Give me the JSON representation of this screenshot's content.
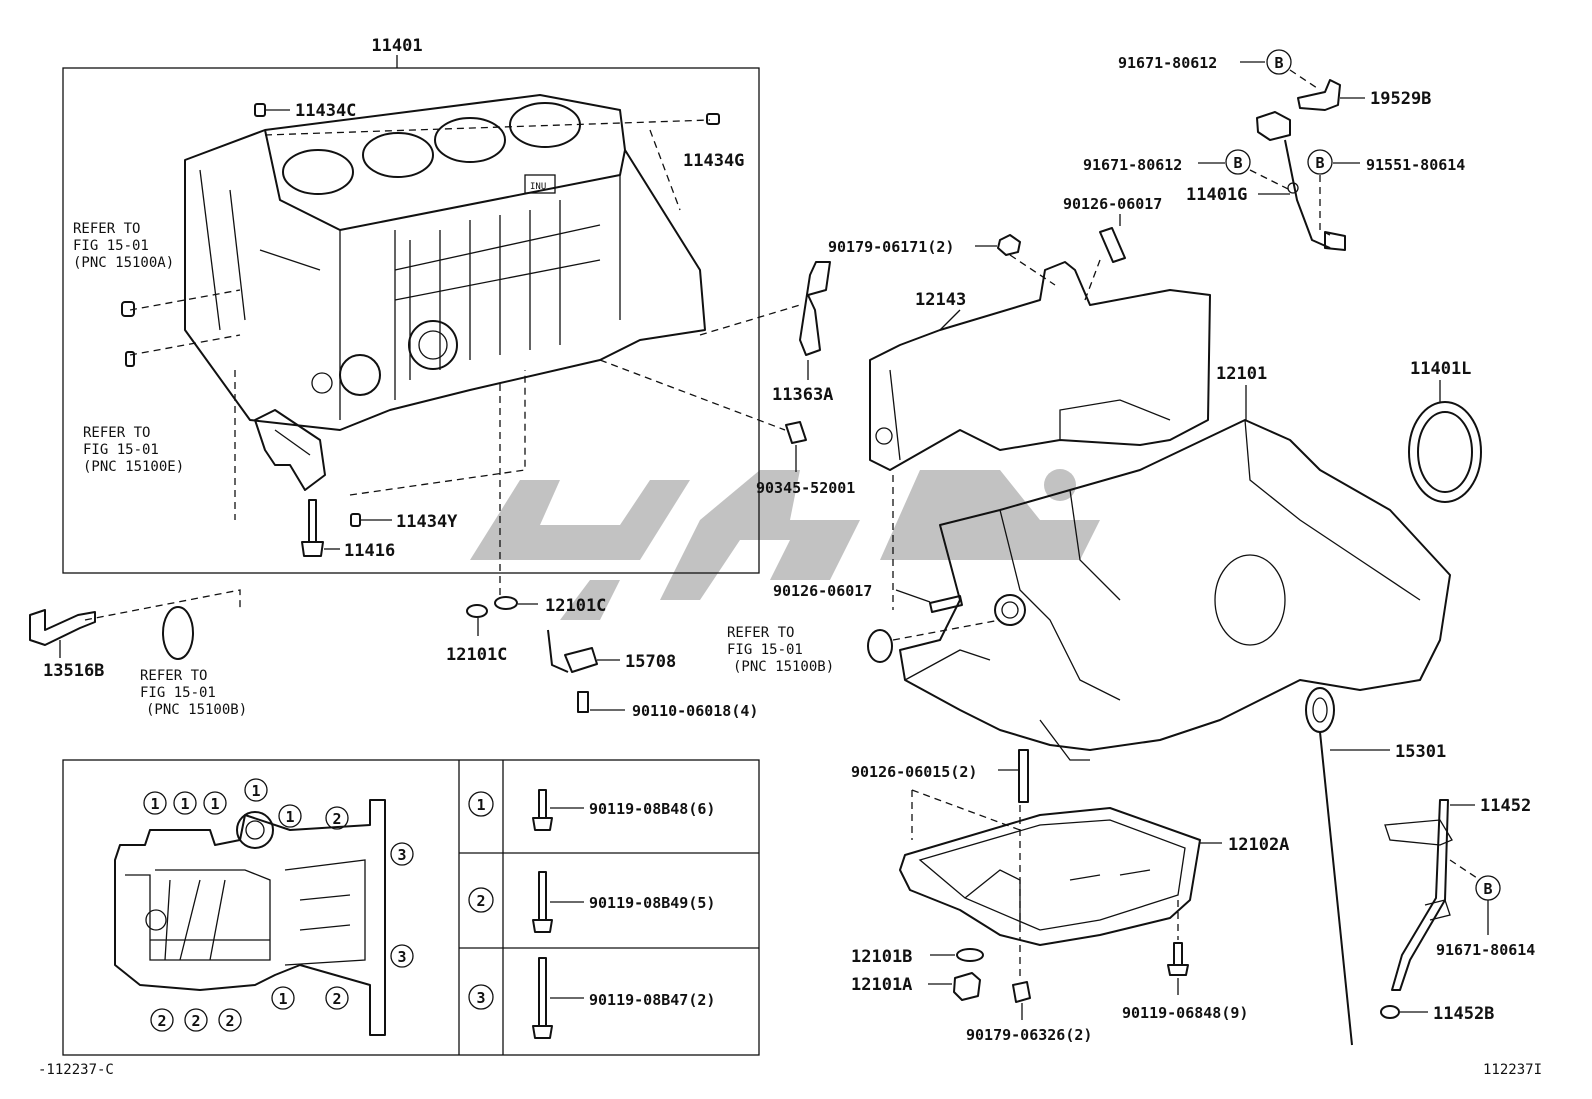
{
  "labels": {
    "main_part": "11401",
    "p11434c": "11434C",
    "p11434g": "11434G",
    "p11434y": "11434Y",
    "p11416": "11416",
    "p13516b": "13516B",
    "p12101c_a": "12101C",
    "p12101c_b": "12101C",
    "p15708": "15708",
    "p90110": "90110-06018(4)",
    "p11363a": "11363A",
    "p90345": "90345-52001",
    "p12143": "12143",
    "p90179_06171": "90179-06171(2)",
    "p90126_06017_a": "90126-06017",
    "p90126_06017_b": "90126-06017",
    "p12101": "12101",
    "p11401l": "11401L",
    "p91671_a": "91671-80612",
    "p91671_b": "91671-80612",
    "p19529b": "19529B",
    "p91551": "91551-80614",
    "p11401g": "11401G",
    "p90126_06015": "90126-06015(2)",
    "p12102a": "12102A",
    "p12101b": "12101B",
    "p12101a": "12101A",
    "p90179_06326": "90179-06326(2)",
    "p90119_06848": "90119-06848(9)",
    "p15301": "15301",
    "p11452": "11452",
    "p91671_80614": "91671-80614",
    "p11452b": "11452B",
    "b_marker": "B"
  },
  "refer_notes": {
    "a": {
      "line1": "REFER TO",
      "line2": "FIG 15-01",
      "line3": "(PNC 15100A)"
    },
    "e": {
      "line1": "REFER TO",
      "line2": "FIG 15-01",
      "line3": "(PNC 15100E)"
    },
    "b1": {
      "line1": "REFER TO",
      "line2": "FIG 15-01",
      "line3": "(PNC 15100B)"
    },
    "b2": {
      "line1": "REFER TO",
      "line2": "FIG 15-01",
      "line3": "(PNC 15100B)"
    }
  },
  "bolt_table": {
    "rows": [
      {
        "key": "1",
        "part": "90119-08B48(6)"
      },
      {
        "key": "2",
        "part": "90119-08B49(5)"
      },
      {
        "key": "3",
        "part": "90119-08B47(2)"
      }
    ]
  },
  "bolt_keys_on_pan": {
    "one": "1",
    "two": "2",
    "three": "3"
  },
  "footer": {
    "left_code": "-112237-C",
    "right_code": "112237I"
  }
}
